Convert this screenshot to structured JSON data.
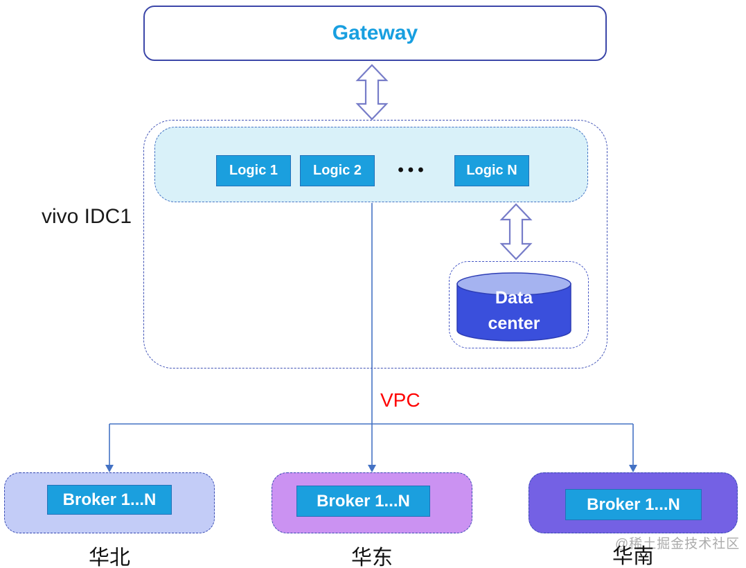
{
  "diagram": {
    "gateway": {
      "label": "Gateway"
    },
    "idc": {
      "label": "vivo IDC1",
      "logic_nodes": [
        "Logic 1",
        "Logic 2",
        "Logic N"
      ],
      "ellipsis": "•••",
      "data_center": {
        "line1": "Data",
        "line2": "center"
      }
    },
    "vpc_label": "VPC",
    "broker_clusters": [
      {
        "label": "Broker 1...N",
        "region": "华北"
      },
      {
        "label": "Broker 1...N",
        "region": "华东"
      },
      {
        "label": "Broker 1...N",
        "region": "华南"
      }
    ],
    "watermark": "@稀土掘金技术社区",
    "colors": {
      "accent_cyan": "#189FE0",
      "node_fill": "#1B9FDE",
      "node_border": "#2270B8",
      "line_blue": "#4472C4",
      "dashed_border": "#3F51B5",
      "inner_container_fill": "#D9F1F9",
      "cylinder_body": "#3A4FDC",
      "cylinder_top": "#A5B3F0",
      "vpc_red": "#FE0000",
      "broker_fill_north": "#C3CCF7",
      "broker_fill_east": "#CB92F2",
      "broker_fill_south": "#7461E4"
    }
  }
}
